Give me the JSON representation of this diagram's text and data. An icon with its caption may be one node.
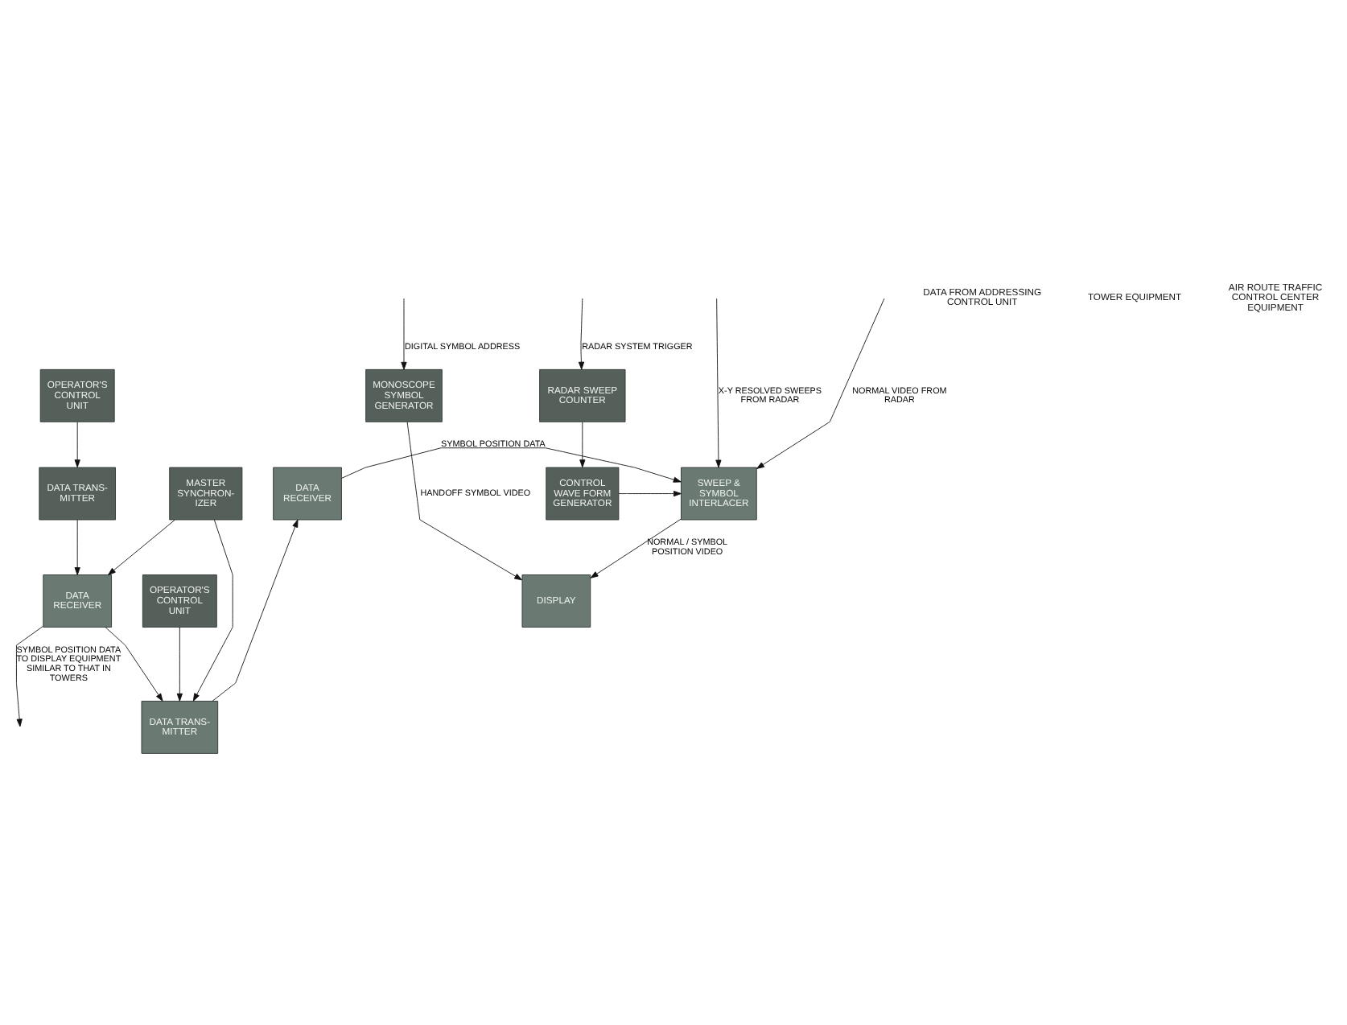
{
  "diagram": {
    "nodes": [
      {
        "text": [
          "OPERATOR'S CONTROL UNIT"
        ]
      },
      {
        "text": [
          "DATA TRANS- MITTER"
        ]
      },
      {
        "text": [
          "DATA RECEIVER"
        ]
      },
      {
        "text": [
          "SWEEP & SYMBOL INTERLACER"
        ]
      },
      {
        "text": [
          "RADAR SWEEP COUNTER"
        ]
      },
      {
        "text": [
          "CONTROL WAVE FORM GENERATOR"
        ]
      },
      {
        "text": [
          "MONOSCOPE SYMBOL GENERATOR"
        ]
      },
      {
        "text": [
          "DISPLAY"
        ]
      },
      {
        "text": [
          "MASTER SYNCHRON- IZER"
        ]
      },
      {
        "text": [
          "OPERATOR'S CONTROL UNIT"
        ]
      },
      {
        "text": [
          "DATA RECEIVER"
        ]
      },
      {
        "text": [
          "DATA TRANS- MITTER"
        ]
      }
    ],
    "edges": [
      {
        "from": 0,
        "to": 1,
        "arrow": "to"
      },
      {
        "from": 1,
        "to": 10,
        "arrow": "to"
      },
      {
        "from": 11,
        "to": 2,
        "arrow": "to"
      },
      {
        "from": 2,
        "to": 3,
        "arrow": "to",
        "label": "SYMBOL POSITION DATA"
      },
      {
        "from": null,
        "to": 4,
        "arrow": "to",
        "label": "RADAR SYSTEM TRIGGER"
      },
      {
        "from": null,
        "to": 3,
        "arrow": "to",
        "label": "NORMAL VIDEO FROM RADAR"
      },
      {
        "from": null,
        "to": 3,
        "arrow": "to",
        "label": "X-Y RESOLVED SWEEPS FROM RADAR"
      },
      {
        "from": 4,
        "to": 5,
        "arrow": "to"
      },
      {
        "from": 5,
        "to": 3,
        "arrow": "to"
      },
      {
        "from": 3,
        "to": 7,
        "arrow": "to",
        "label": "NORMAL / SYMBOL POSITION VIDEO"
      },
      {
        "from": null,
        "to": 6,
        "arrow": "to",
        "label": "DIGITAL SYMBOL ADDRESS"
      },
      {
        "from": 6,
        "to": 7,
        "arrow": "to",
        "label": "HANDOFF SYMBOL VIDEO"
      },
      {
        "from": 9,
        "to": 11,
        "arrow": "to"
      },
      {
        "from": 8,
        "to": 10,
        "arrow": "to"
      },
      {
        "from": 8,
        "to": 11,
        "arrow": "to"
      },
      {
        "from": 10,
        "to": 11,
        "arrow": "to"
      },
      {
        "from": 10,
        "to": null,
        "arrow": "to",
        "label": "SYMBOL POSITION DATA TO DISPLAY EQUIPMENT SIMILAR TO THAT IN TOWERS"
      }
    ],
    "labels": [
      "DATA FROM ADDRESSING CONTROL UNIT",
      "TOWER EQUIPMENT",
      "AIR ROUTE TRAFFIC CONTROL CENTER EQUIPMENT"
    ]
  }
}
